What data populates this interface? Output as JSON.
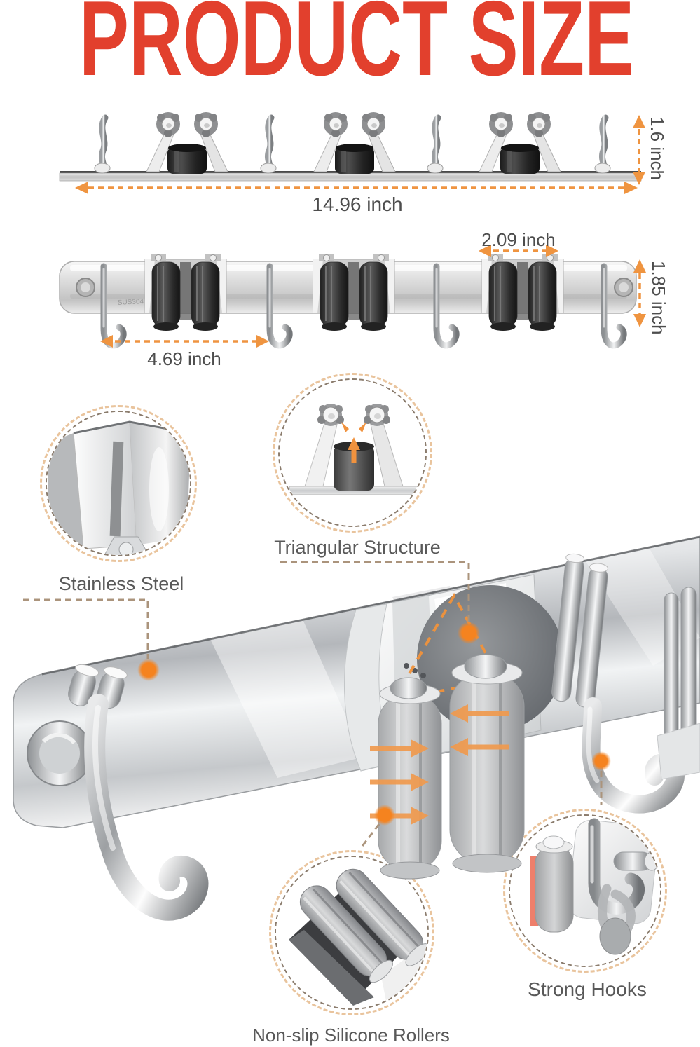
{
  "title": "PRODUCT SIZE",
  "dimensions": {
    "top_view": {
      "width": "14.96 inch",
      "depth": "1.6 inch"
    },
    "front_view": {
      "clamp_width": "2.09 inch",
      "height": "1.85 inch",
      "hook_spacing": "4.69 inch"
    }
  },
  "markings": {
    "steel_grade": "SUS304"
  },
  "callouts": {
    "stainless_steel": "Stainless Steel",
    "triangular_structure": "Triangular Structure",
    "strong_hooks": "Strong Hooks",
    "non_slip_rollers": "Non-slip Silicone Rollers"
  },
  "colors": {
    "title_red": "#e2402d",
    "dimension_arrow_orange": "#ef9440",
    "dimension_text_gray": "#4d4d4d",
    "callout_text_gray": "#595959",
    "highlight_dot_orange": "#f5831f",
    "leader_dash_tan": "#ab947c"
  }
}
